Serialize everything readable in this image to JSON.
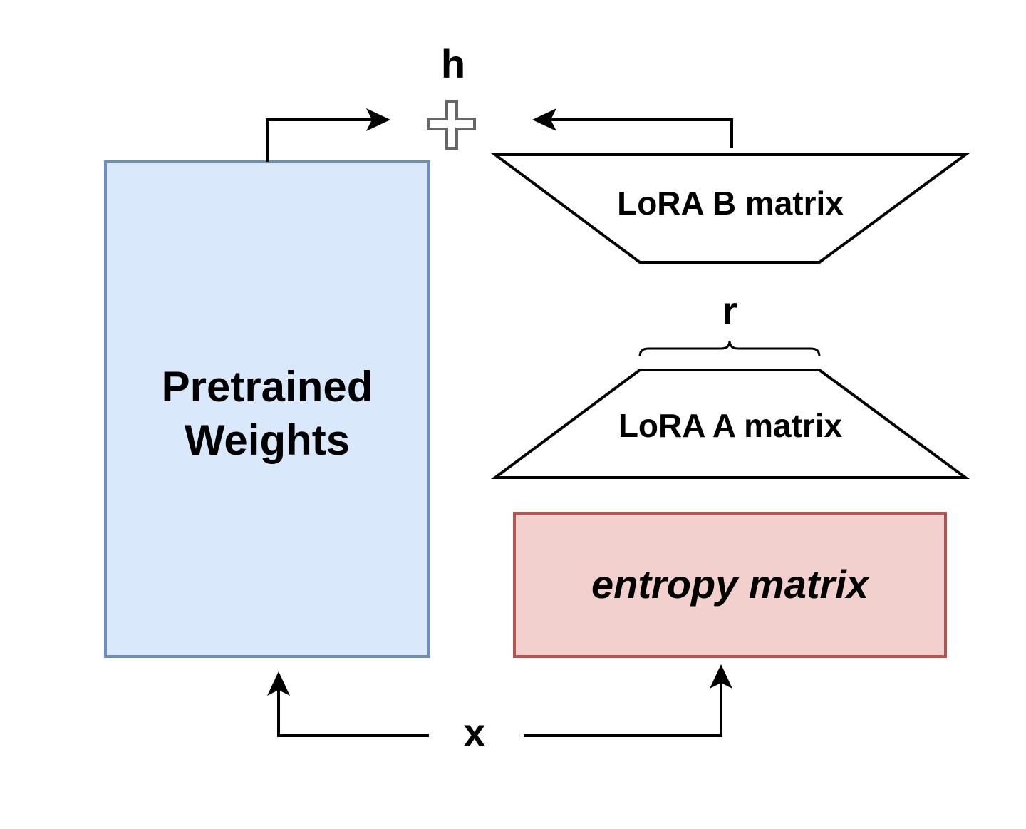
{
  "diagram": {
    "output_label": "h",
    "input_label": "x",
    "rank_label": "r",
    "pretrained_block": {
      "label": "Pretrained Weights",
      "fill": "#dae8fc",
      "stroke": "#6c8ebf"
    },
    "lora_b_block": {
      "label": "LoRA B matrix"
    },
    "lora_a_block": {
      "label": "LoRA A matrix"
    },
    "entropy_block": {
      "label": "entropy matrix",
      "fill": "#f2d0ce",
      "stroke": "#b85450"
    },
    "sum_node": {
      "icon": "plus-icon",
      "stroke": "#666666"
    },
    "line_color": "#000000"
  }
}
